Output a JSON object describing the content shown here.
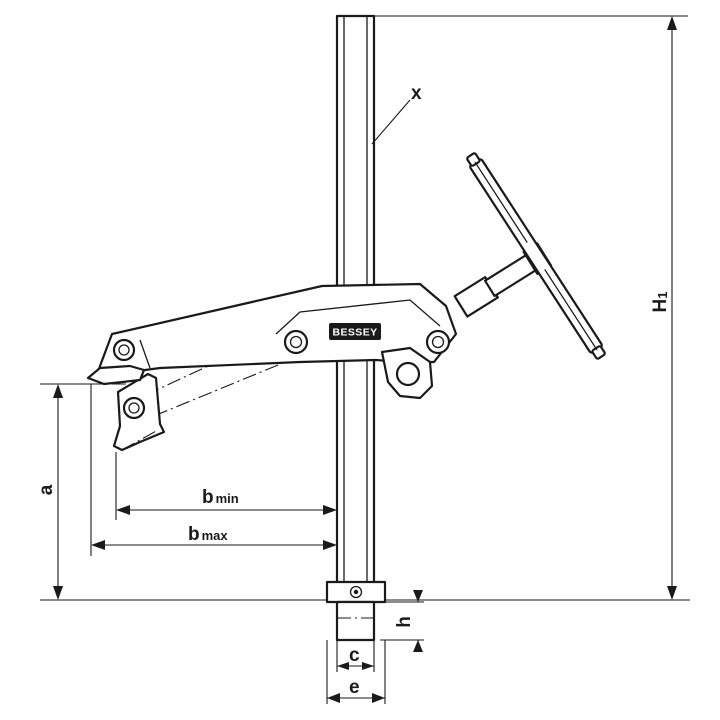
{
  "diagram": {
    "brand_label": "BESSEY",
    "labels": {
      "x": "x",
      "a": "a",
      "h": "h",
      "c": "c",
      "e": "e",
      "H1_main": "H",
      "H1_sub": "1",
      "bmin_main": "b",
      "bmin_sub": "min",
      "bmax_main": "b",
      "bmax_sub": "max"
    }
  }
}
